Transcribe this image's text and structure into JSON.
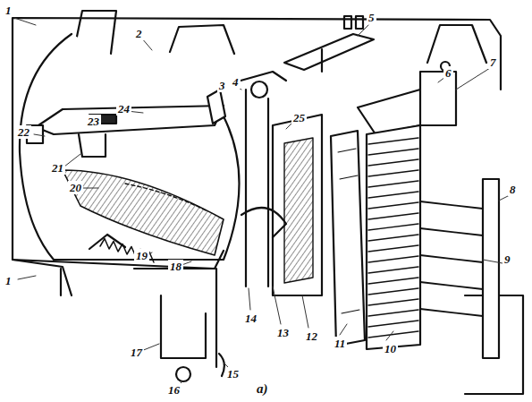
{
  "diagram": {
    "caption": "а)",
    "labels": [
      "1",
      "2",
      "3",
      "4",
      "5",
      "6",
      "7",
      "8",
      "9",
      "10",
      "11",
      "12",
      "13",
      "14",
      "15",
      "16",
      "17",
      "18",
      "19",
      "1",
      "20",
      "21",
      "22",
      "23",
      "24",
      "25"
    ]
  }
}
